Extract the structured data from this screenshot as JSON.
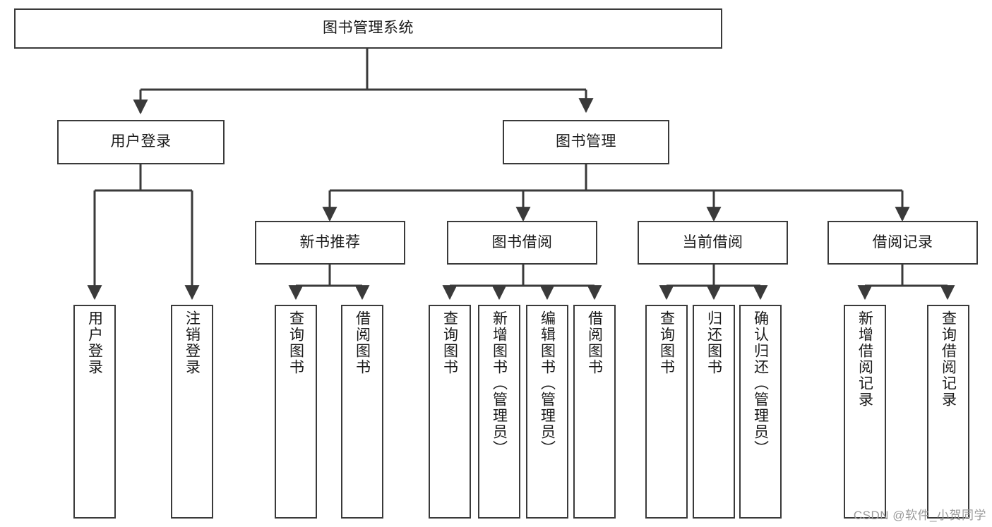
{
  "diagram": {
    "title_node": {
      "label": "图书管理系统"
    },
    "level2": [
      {
        "id": "user-login",
        "label": "用户登录"
      },
      {
        "id": "book-management",
        "label": "图书管理"
      }
    ],
    "level3": [
      {
        "id": "new-book-recommend",
        "label": "新书推荐"
      },
      {
        "id": "book-borrow",
        "label": "图书借阅"
      },
      {
        "id": "current-borrow",
        "label": "当前借阅"
      },
      {
        "id": "borrow-record",
        "label": "借阅记录"
      }
    ],
    "leaves": {
      "user_login": [
        {
          "id": "leaf-user-login",
          "label": "用户登录"
        },
        {
          "id": "leaf-logout-login",
          "label": "注销登录"
        }
      ],
      "new_book_recommend": [
        {
          "id": "leaf-query-book-1",
          "label": "查询图书"
        },
        {
          "id": "leaf-borrow-book-1",
          "label": "借阅图书"
        }
      ],
      "book_borrow": [
        {
          "id": "leaf-query-book-2",
          "label": "查询图书"
        },
        {
          "id": "leaf-add-book-admin",
          "label": "新增图书（管理员）"
        },
        {
          "id": "leaf-edit-book-admin",
          "label": "编辑图书（管理员）"
        },
        {
          "id": "leaf-borrow-book-2",
          "label": "借阅图书"
        }
      ],
      "current_borrow": [
        {
          "id": "leaf-query-book-3",
          "label": "查询图书"
        },
        {
          "id": "leaf-return-book",
          "label": "归还图书"
        },
        {
          "id": "leaf-confirm-return-admin",
          "label": "确认归还（管理员）"
        }
      ],
      "borrow_record": [
        {
          "id": "leaf-add-borrow-record",
          "label": "新增借阅记录"
        },
        {
          "id": "leaf-query-borrow-record",
          "label": "查询借阅记录"
        }
      ]
    },
    "watermark": {
      "text": "CSDN @软件_小贺同学"
    },
    "colors": {
      "stroke": "#3a3a3a",
      "background": "#ffffff",
      "text": "#1a1a1a",
      "watermark": "#9a9a9a"
    }
  }
}
